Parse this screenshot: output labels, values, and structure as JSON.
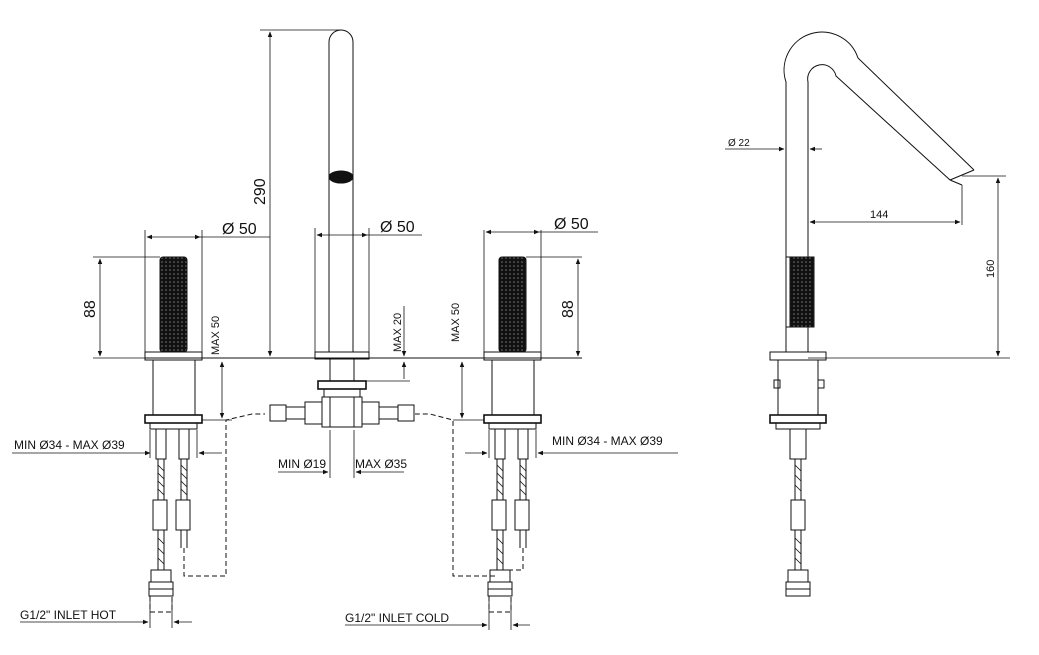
{
  "dimensions": {
    "diameter_left": "Ø  50",
    "diameter_center": "Ø  50",
    "diameter_right": "Ø  50",
    "height_spout": "290",
    "height_handle_left": "88",
    "height_handle_right": "88",
    "max_left": "MAX 50",
    "max_center": "MAX 20",
    "max_right": "MAX 50",
    "hole_left": "MIN Ø34 - MAX Ø39",
    "hole_right": "MIN Ø34 - MAX Ø39",
    "spout_min": "MIN Ø19",
    "spout_max": "MAX Ø35",
    "inlet_hot": "G1/2\" INLET HOT",
    "inlet_cold": "G1/2\" INLET COLD",
    "side_diameter": "Ø 22",
    "side_reach": "144",
    "side_height": "160"
  }
}
